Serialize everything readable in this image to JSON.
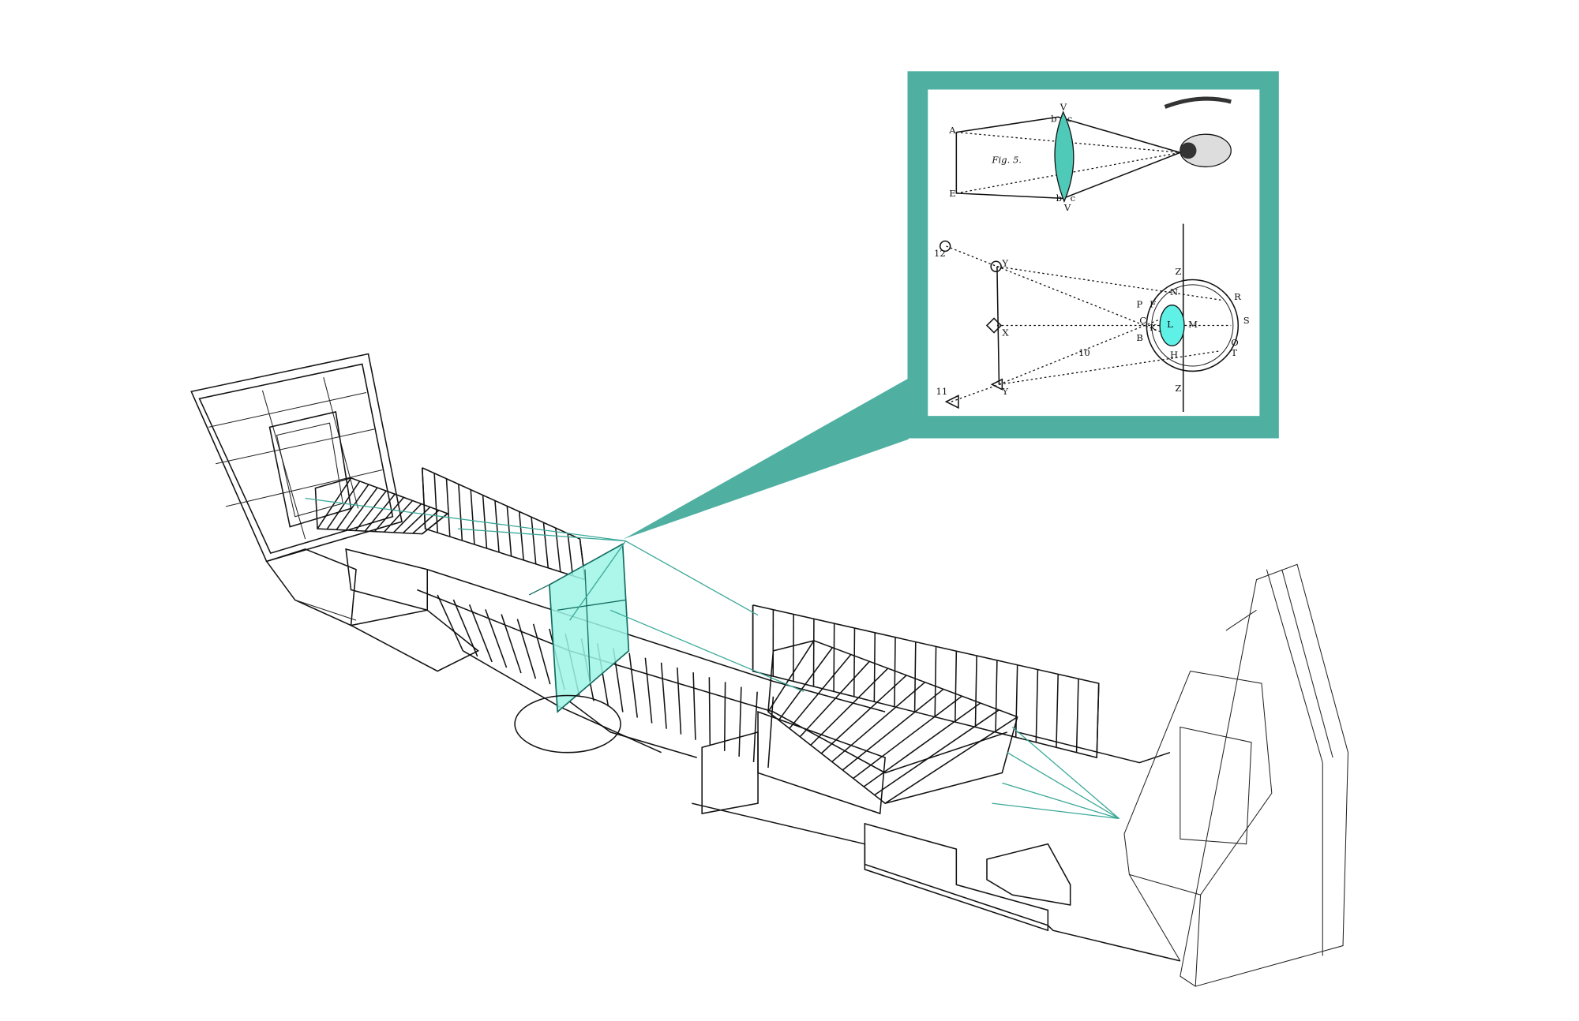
{
  "colors": {
    "accent_frame": "#4fb0a2",
    "lens_fill": "#4fc9b8",
    "highlight_volume": "#9ef5e6",
    "sight_lines": "#3aa898",
    "linework": "#111111"
  },
  "inset": {
    "figure_caption": "Fig. 5.",
    "top_labels": [
      "A",
      "E",
      "V",
      "V",
      "b",
      "c",
      "b",
      "c"
    ],
    "bottom_labels": [
      "12",
      "Y",
      "X",
      "Y",
      "11",
      "10",
      "Z",
      "Z",
      "R",
      "S",
      "T",
      "O",
      "C",
      "B",
      "P",
      "F",
      "K",
      "L",
      "M",
      "N",
      "H"
    ]
  }
}
